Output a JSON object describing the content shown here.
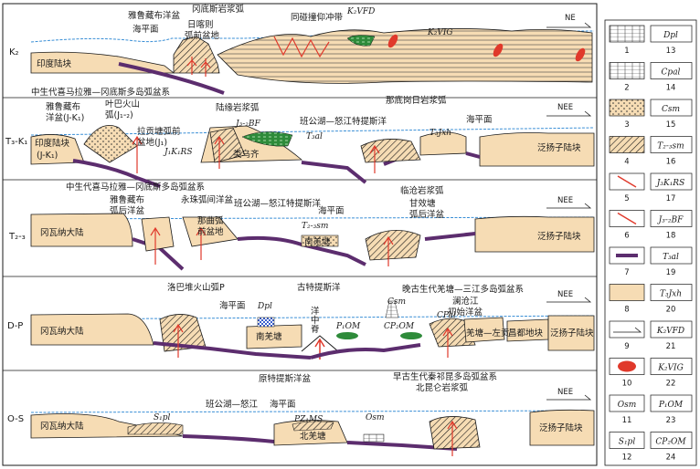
{
  "panels": [
    {
      "period": "K₂",
      "labels": [
        "雅鲁藏布洋盆",
        "海平面",
        "冈底斯岩浆弧",
        "日喀则",
        "弧前盆地",
        "同碰撞仰冲带",
        "K₂VFD",
        "K₂VIG",
        "印度陆块"
      ],
      "direction": "NE"
    },
    {
      "period": "T₃-K₁",
      "labels": [
        "中生代喜马拉雅—冈底斯多岛弧盆系",
        "雅鲁藏布",
        "洋盆(J-K₁)",
        "叶巴火山",
        "弧(J₁-₂)",
        "陆缘岩浆弧",
        "J₃-₂BF",
        "班公湖—怒江特提斯洋",
        "那底岗日岩浆弧",
        "T₃Jxh",
        "海平面",
        "印度陆块",
        "(J-K₁)",
        "拉贡塘弧前",
        "盆地(J₁)",
        "J₁K₁RS",
        "类乌齐",
        "T₃al",
        "泛扬子陆块"
      ],
      "direction": "NEE"
    },
    {
      "period": "T₂-₃",
      "labels": [
        "中生代喜马拉雅—冈底斯多岛弧盆系",
        "雅鲁藏布",
        "弧后洋盆",
        "永珠弧间洋盆",
        "那曲弧",
        "前盆地",
        "班公湖—怒江特提斯洋",
        "T₂-₃sm",
        "海平面",
        "南羌塘",
        "临沧岩浆弧",
        "甘效塘",
        "弧后洋盆",
        "冈瓦纳大陆",
        "泛扬子陆块"
      ],
      "direction": "NEE"
    },
    {
      "period": "D-P",
      "labels": [
        "洛巴堆火山弧P",
        "古特提斯洋",
        "晚古生代羌塘—三江多岛弧盆系",
        "Dpl",
        "Csm",
        "澜沧江",
        "初始洋盆",
        "海平面",
        "洋",
        "中",
        "脊",
        "P₁OM",
        "CP₂OM",
        "CPal",
        "南羌塘",
        "羌塘—左贡",
        "昌都地块",
        "冈瓦纳大陆",
        "泛扬子陆块"
      ],
      "direction": "NEE"
    },
    {
      "period": "O-S",
      "labels": [
        "原特提斯洋盆",
        "早古生代秦祁昆多岛弧盆系",
        "北昆仑岩浆弧",
        "S₁pl",
        "班公湖—怒江",
        "海平面",
        "PZ₁MS",
        "Osm",
        "北羌塘",
        "冈瓦纳大陆",
        "泛扬子陆块"
      ],
      "direction": "NEE"
    }
  ],
  "legend": [
    {
      "num": "1",
      "code": ""
    },
    {
      "num": "13",
      "code": "Dpl"
    },
    {
      "num": "2",
      "code": ""
    },
    {
      "num": "14",
      "code": "Cpal"
    },
    {
      "num": "3",
      "code": ""
    },
    {
      "num": "15",
      "code": "Csm"
    },
    {
      "num": "4",
      "code": ""
    },
    {
      "num": "16",
      "code": "T₂-₃sm"
    },
    {
      "num": "5",
      "code": ""
    },
    {
      "num": "17",
      "code": "J₃K₁RS"
    },
    {
      "num": "6",
      "code": ""
    },
    {
      "num": "18",
      "code": "J₃-₂BF"
    },
    {
      "num": "7",
      "code": ""
    },
    {
      "num": "19",
      "code": "T₃al"
    },
    {
      "num": "8",
      "code": ""
    },
    {
      "num": "20",
      "code": "T₃Jxh"
    },
    {
      "num": "9",
      "code": ""
    },
    {
      "num": "21",
      "code": "K₂VFD"
    },
    {
      "num": "10",
      "code": ""
    },
    {
      "num": "22",
      "code": "K₂VIG"
    },
    {
      "num": "11",
      "code": "Osm"
    },
    {
      "num": "23",
      "code": "P₁OM"
    },
    {
      "num": "12",
      "code": "S₁pl"
    },
    {
      "num": "24",
      "code": "CP₂OM"
    }
  ],
  "colors": {
    "continent": "#f6dcb4",
    "sea": "#3a8fd6",
    "plate": "#5c2d6e",
    "magma": "#e0392b",
    "ink": "#1a1a1a",
    "green": "#2e8b3a",
    "volcano": "#1f1f1f"
  }
}
